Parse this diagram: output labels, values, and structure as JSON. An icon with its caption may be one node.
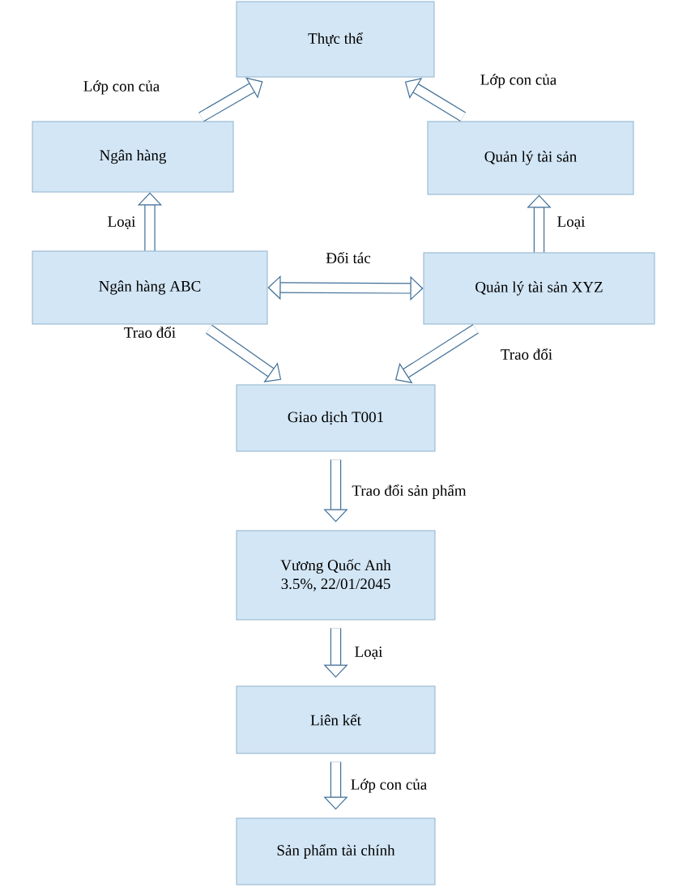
{
  "diagram": {
    "nodes": [
      {
        "text": [
          "Thực thể"
        ]
      },
      {
        "text": [
          "Ngân hàng"
        ]
      },
      {
        "text": [
          "Quản lý tài sản"
        ]
      },
      {
        "text": [
          "Ngân hàng ABC"
        ]
      },
      {
        "text": [
          "Quản lý tài sản XYZ"
        ]
      },
      {
        "text": [
          "Giao dịch T001"
        ]
      },
      {
        "text": [
          "Vương Quốc Anh",
          "3.5%, 22/01/2045"
        ]
      },
      {
        "text": [
          "Liên kết"
        ]
      },
      {
        "text": [
          "Sản phẩm tài chính"
        ]
      }
    ],
    "edges": [
      {
        "from": 1,
        "to": 0,
        "arrow": "to",
        "label": "Lớp con của"
      },
      {
        "from": 2,
        "to": 0,
        "arrow": "to",
        "label": "Lớp con của"
      },
      {
        "from": 3,
        "to": 1,
        "arrow": "to",
        "label": "Loại"
      },
      {
        "from": 4,
        "to": 2,
        "arrow": "to",
        "label": "Loại"
      },
      {
        "from": 3,
        "to": 4,
        "arrow": "both",
        "label": "Đối tác"
      },
      {
        "from": 3,
        "to": 5,
        "arrow": "to",
        "label": "Trao đổi"
      },
      {
        "from": 4,
        "to": 5,
        "arrow": "to",
        "label": "Trao đổi"
      },
      {
        "from": 5,
        "to": 6,
        "arrow": "to",
        "label": "Trao đổi sản phẩm"
      },
      {
        "from": 6,
        "to": 7,
        "arrow": "to",
        "label": "Loại"
      },
      {
        "from": 7,
        "to": 8,
        "arrow": "to",
        "label": "Lớp con của"
      }
    ]
  }
}
